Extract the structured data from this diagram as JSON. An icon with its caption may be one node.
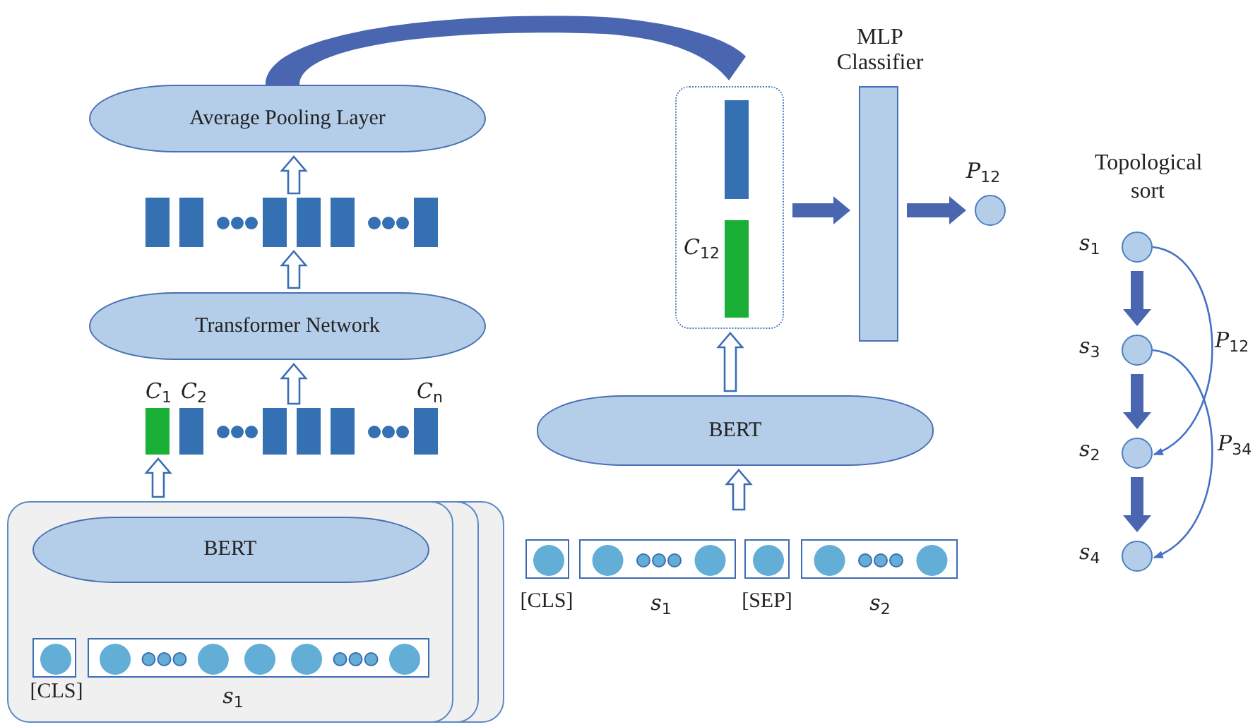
{
  "diagram": {
    "nodes": [
      {
        "text": [
          "Average Pooling Layer"
        ]
      },
      {
        "text": [],
        "shape": "bar"
      },
      {
        "text": [
          "Transformer Network"
        ]
      },
      {
        "text": [],
        "shape": "bar"
      },
      {
        "text": [],
        "shape": "box"
      },
      {
        "text": [
          "BERT"
        ],
        "in": 4
      },
      {
        "text": [],
        "shape": "box",
        "in": 4,
        "beside": [
          "[CLS]"
        ]
      },
      {
        "text": [],
        "shape": "box",
        "in": 4,
        "beside": [
          "*s*$_{1}$"
        ]
      },
      {
        "text": [
          "*C*$_{12}$"
        ]
      },
      {
        "text": [
          "MLP Classifier"
        ]
      },
      {
        "text": [
          "*P*$_{12}$"
        ]
      },
      {
        "text": [
          "BERT"
        ]
      },
      {
        "text": [],
        "shape": "box",
        "beside": [
          "[CLS]"
        ]
      },
      {
        "text": [],
        "shape": "box",
        "beside": [
          "*s*$_{1}$"
        ]
      },
      {
        "text": [],
        "shape": "box",
        "beside": [
          "[SEP]"
        ]
      },
      {
        "text": [],
        "shape": "box",
        "beside": [
          "*s*$_{2}$"
        ]
      },
      {
        "text": [],
        "shape": "circle",
        "beside": [
          "*s*$_{1}$"
        ]
      },
      {
        "text": [],
        "shape": "circle",
        "beside": [
          "*s*$_{3}$"
        ]
      },
      {
        "text": [],
        "shape": "circle",
        "beside": [
          "*s*$_{2}$"
        ]
      },
      {
        "text": [],
        "shape": "circle",
        "beside": [
          "*s*$_{4}$"
        ]
      }
    ],
    "edges": [
      {
        "from": 1,
        "to": 0,
        "arrow": "to"
      },
      {
        "from": 2,
        "to": 1,
        "arrow": "to"
      },
      {
        "from": 3,
        "to": 2,
        "arrow": "to"
      },
      {
        "from": 4,
        "to": 3,
        "arrow": "to"
      },
      {
        "from": 7,
        "to": 5,
        "arrow": "to"
      },
      {
        "from": 0,
        "to": 8,
        "arrow": "none",
        "style": "thick"
      },
      {
        "from": 8,
        "to": 9,
        "arrow": "to",
        "style": "thick"
      },
      {
        "from": 9,
        "to": 10,
        "arrow": "to",
        "style": "thick"
      },
      {
        "from": 11,
        "to": 8,
        "arrow": "to"
      },
      {
        "from": null,
        "to": 11,
        "arrow": "to"
      },
      {
        "from": 16,
        "to": 17,
        "arrow": "to",
        "style": "thick"
      },
      {
        "from": 17,
        "to": 18,
        "arrow": "to",
        "style": "thick"
      },
      {
        "from": 18,
        "to": 19,
        "arrow": "to",
        "style": "thick"
      },
      {
        "from": 16,
        "to": 18,
        "arrow": "to",
        "label": "*P*$_{12}$"
      },
      {
        "from": 17,
        "to": 19,
        "arrow": "to",
        "label": "*P*$_{34}$"
      }
    ],
    "labels": [
      "*C*$_{1}$",
      "*C*$_{2}$",
      "*C*$_{n}$",
      "Topological sort"
    ]
  }
}
